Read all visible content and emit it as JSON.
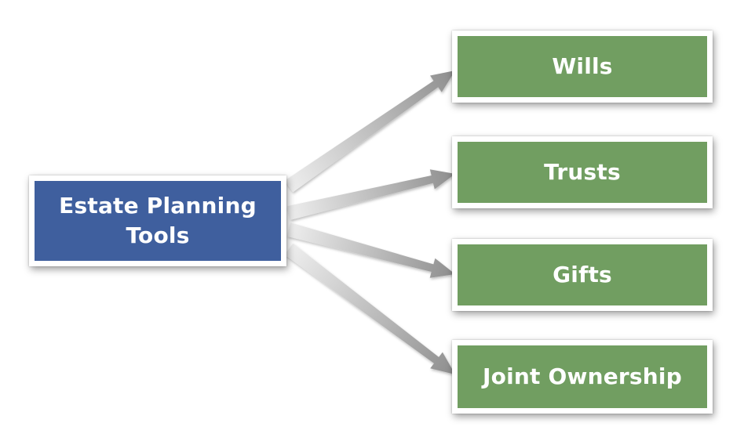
{
  "colors": {
    "root_fill": "#3f5f9e",
    "leaf_fill": "#719e61",
    "arrow_light": "#eeeeee",
    "arrow_dark": "#8e8e8e"
  },
  "root": {
    "label_line1": "Estate Planning",
    "label_line2": "Tools"
  },
  "leaves": [
    {
      "label": "Wills"
    },
    {
      "label": "Trusts"
    },
    {
      "label": "Gifts"
    },
    {
      "label": "Joint Ownership"
    }
  ]
}
